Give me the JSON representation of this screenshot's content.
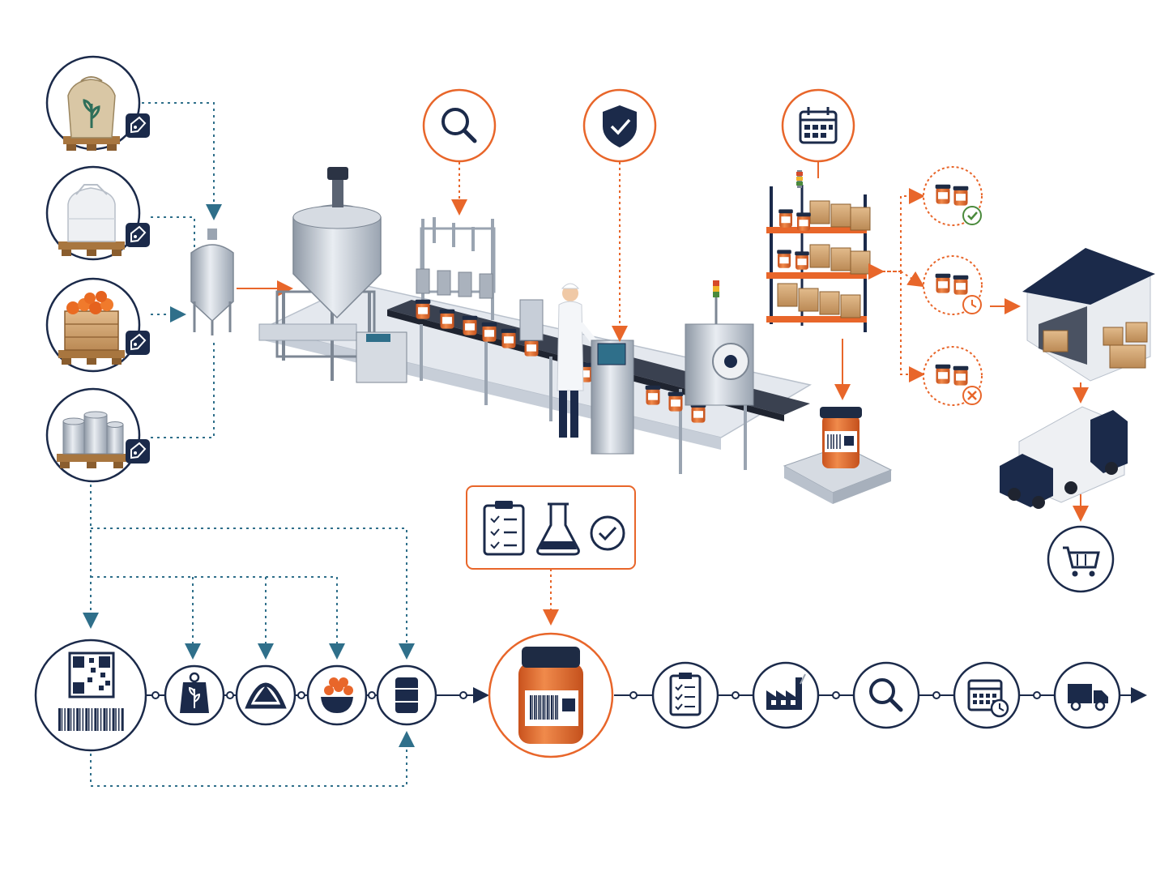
{
  "colors": {
    "navy": "#1b2a4a",
    "teal": "#2f6f8a",
    "orange": "#e8662a",
    "steel": "#b9c1cc",
    "steel_dark": "#7d8794",
    "belt": "#3a4150",
    "cardboard": "#c99a66",
    "pallet": "#a8763f",
    "jar_orange": "#e2692b",
    "lid": "#1e2b44",
    "accept": "#4a8a3c",
    "reject": "#e8662a"
  },
  "raw_materials": [
    {
      "icon": "grain-sack-icon",
      "label_icon": "tag-icon"
    },
    {
      "icon": "flour-bag-icon",
      "label_icon": "tag-icon"
    },
    {
      "icon": "orange-crate-icon",
      "label_icon": "tag-icon"
    },
    {
      "icon": "drum-barrels-icon",
      "label_icon": "tag-icon"
    }
  ],
  "process_callouts": [
    {
      "icon": "magnifier-icon",
      "meaning": "inspection"
    },
    {
      "icon": "shield-check-icon",
      "meaning": "quality-control"
    },
    {
      "icon": "calendar-icon",
      "meaning": "batch-date"
    }
  ],
  "warehouse_outcomes": [
    {
      "icon": "check-icon",
      "status": "approved"
    },
    {
      "icon": "clock-icon",
      "status": "on-hold"
    },
    {
      "icon": "x-icon",
      "status": "rejected"
    }
  ],
  "qc_panel": {
    "icons": [
      "checklist-icon",
      "lab-flask-icon",
      "check-circle-icon"
    ]
  },
  "traceability_chain": {
    "inputs": [
      "qr-barcode-icon",
      "grain-tag-icon",
      "scale-weight-icon",
      "orange-bowl-icon",
      "drum-icon"
    ],
    "product": "labeled-jar-icon",
    "outputs": [
      "checklist-icon",
      "factory-icon",
      "magnifier-icon",
      "calendar-clock-icon",
      "delivery-truck-icon"
    ]
  },
  "distribution": [
    "warehouse-icon",
    "truck-icon",
    "shopping-cart-icon"
  ]
}
